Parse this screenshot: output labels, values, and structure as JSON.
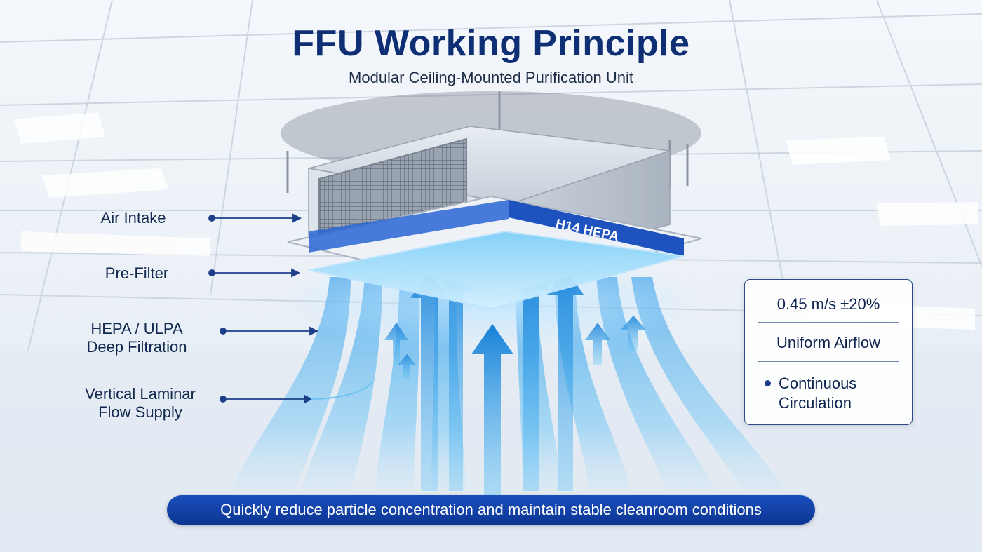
{
  "header": {
    "title": "FFU Working Principle",
    "subtitle": "Modular Ceiling-Mounted Purification Unit"
  },
  "unit": {
    "filter_label": "H14 HEPA"
  },
  "callouts": {
    "air_intake": "Air Intake",
    "pre_filter": "Pre-Filter",
    "hepa_line1": "HEPA / ULPA",
    "hepa_line2": "Deep Filtration",
    "flow_line1": "Vertical Laminar",
    "flow_line2": "Flow Supply"
  },
  "spec_panel": {
    "velocity": "0.45 m/s ±20%",
    "airflow": "Uniform Airflow",
    "circulation_line1": "Continuous",
    "circulation_line2": "Circulation"
  },
  "banner": {
    "text": "Quickly reduce particle concentration and maintain stable cleanroom conditions"
  },
  "colors": {
    "title": "#0e2f73",
    "accent_blue": "#1a4fbd",
    "airflow_blue": "#3aa6ee",
    "panel_border": "#2c4a86"
  }
}
